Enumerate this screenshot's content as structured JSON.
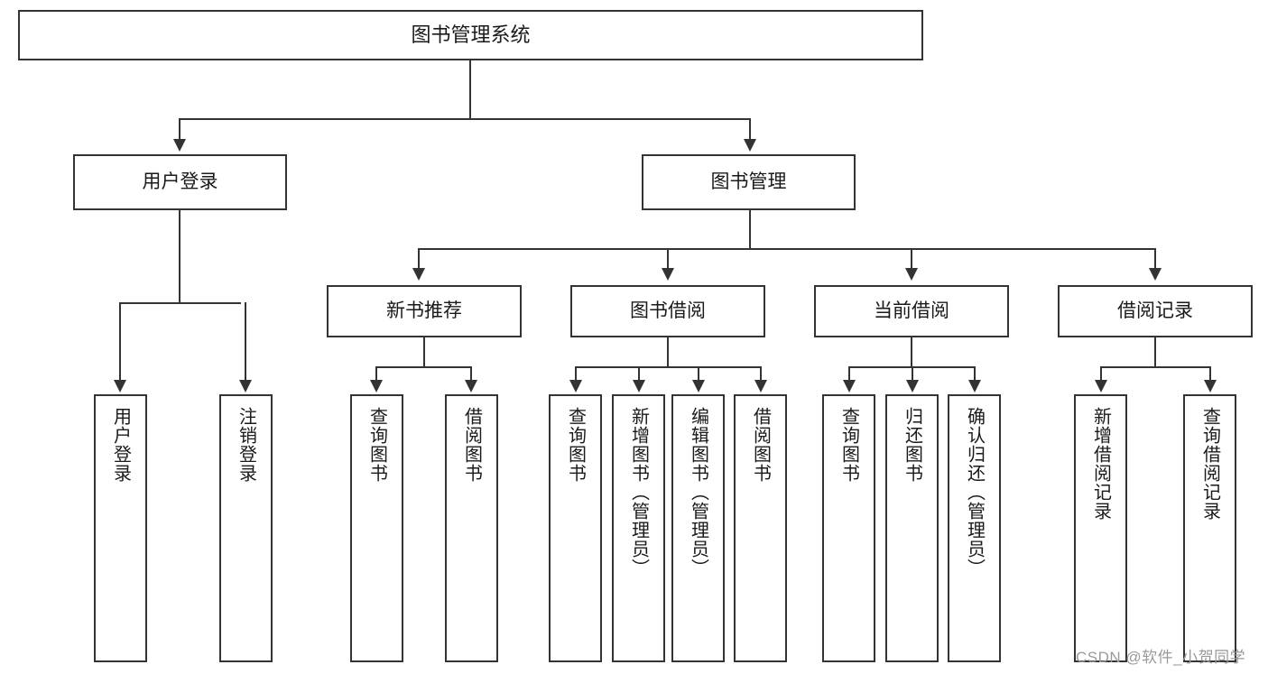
{
  "diagram": {
    "type": "tree",
    "title": "图书管理系统",
    "watermark": "CSDN @软件_小贺同学",
    "colors": {
      "box_border": "#333333",
      "box_fill": "#ffffff",
      "connector": "#333333",
      "text": "#1a1a1a",
      "watermark": "#9a9a9a"
    },
    "root": {
      "label": "图书管理系统"
    },
    "level2": [
      {
        "label": "用户登录"
      },
      {
        "label": "图书管理"
      }
    ],
    "level3": [
      {
        "label": "新书推荐"
      },
      {
        "label": "图书借阅"
      },
      {
        "label": "当前借阅"
      },
      {
        "label": "借阅记录"
      }
    ],
    "leaves": {
      "user_login": [
        {
          "label": "用户登录"
        },
        {
          "label": "注销登录"
        }
      ],
      "new_book_recommend": [
        {
          "label": "查询图书"
        },
        {
          "label": "借阅图书"
        }
      ],
      "book_borrow": [
        {
          "label": "查询图书"
        },
        {
          "label": "新增图书（管理员）"
        },
        {
          "label": "编辑图书（管理员）"
        },
        {
          "label": "借阅图书"
        }
      ],
      "current_borrow": [
        {
          "label": "查询图书"
        },
        {
          "label": "归还图书"
        },
        {
          "label": "确认归还（管理员）"
        }
      ],
      "borrow_record": [
        {
          "label": "新增借阅记录"
        },
        {
          "label": "查询借阅记录"
        }
      ]
    }
  }
}
